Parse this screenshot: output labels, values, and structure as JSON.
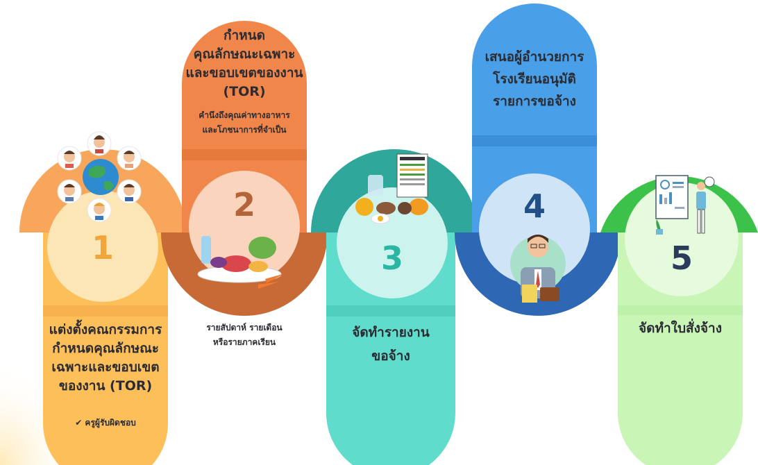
{
  "steps": [
    {
      "number": "1",
      "title_lines": [
        "แต่งตั้งคณกรรมการ",
        "กำหนดคุณลักษณะ",
        "เฉพาะและขอบเขต",
        "ของงาน (TOR)"
      ],
      "note": "✔ ครูผู้รับผิดชอบ",
      "illustration": "people-globe",
      "color": "#f8c460"
    },
    {
      "number": "2",
      "title_lines": [
        "กำหนด",
        "คุณลักษณะเฉพาะ",
        "และขอบเขตของงาน",
        "(TOR)"
      ],
      "sub_lines": [
        "คำนึงถึงคุณค่าทางอาหาร",
        "และโภชนาการที่จำเป็น"
      ],
      "bottom_lines": [
        "รายสัปดาห์ รายเดือน",
        "หรือรายภาคเรียน"
      ],
      "illustration": "food-basket",
      "color": "#f08a4b"
    },
    {
      "number": "3",
      "title_lines": [
        "จัดทำรายงาน",
        "ขอจ้าง"
      ],
      "illustration": "nutrition-facts-food",
      "color": "#5fdccb"
    },
    {
      "number": "4",
      "title_lines": [
        "เสนอผู้อำนวยการ",
        "โรงเรียนอนุมัติ",
        "รายการขอจ้าง"
      ],
      "illustration": "businessman",
      "color": "#4aa0e8"
    },
    {
      "number": "5",
      "title_lines": [
        "จัดทำใบสั่งจ้าง"
      ],
      "illustration": "presenter-board",
      "color": "#c9f5b7"
    }
  ]
}
